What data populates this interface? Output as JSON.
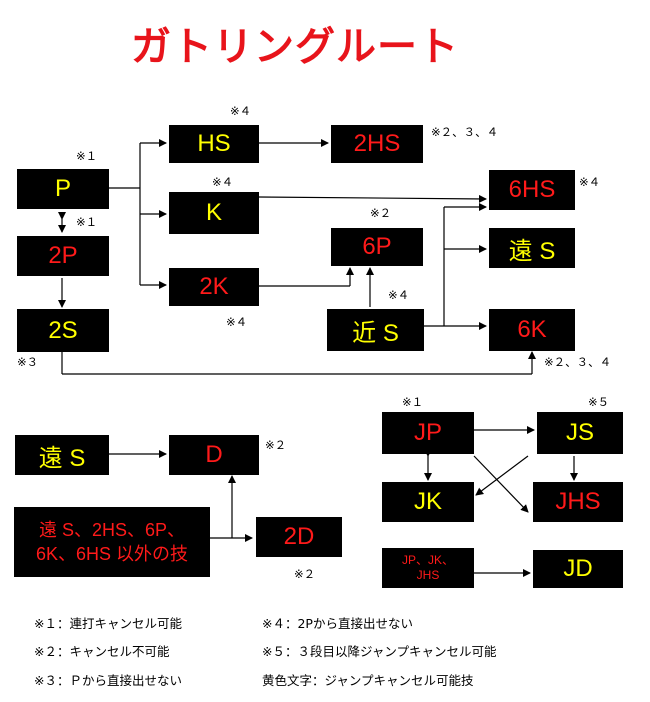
{
  "title": "ガトリングルート",
  "boxes": {
    "P": "P",
    "2P": "2P",
    "2S": "2S",
    "HS": "HS",
    "K": "K",
    "2K": "2K",
    "2HS": "2HS",
    "6P": "6P",
    "near_S": "近 S",
    "6HS": "6HS",
    "far_S_top": "遠 S",
    "6K": "6K",
    "far_S_bottom": "遠 S",
    "D": "D",
    "2D": "2D",
    "other_line1": "遠 S、2HS、6P、",
    "other_line2": "6K、6HS 以外の技",
    "JP": "JP",
    "JS": "JS",
    "JK": "JK",
    "JHS": "JHS",
    "jump_multi_line1": "JP、JK、",
    "jump_multi_line2": "JHS",
    "JD": "JD"
  },
  "notes": {
    "P": "※１",
    "2P": "※１",
    "2S": "※３",
    "HS": "※４",
    "K": "※４",
    "2K": "※４",
    "2HS": "※２、３、４",
    "6P": "※２",
    "near_S": "※４",
    "6HS": "※４",
    "6K": "※２、３、４",
    "D": "※２",
    "2D": "※２",
    "JP": "※１",
    "JS": "※５"
  },
  "legend": {
    "n1": "※１：連打キャンセル可能",
    "n2": "※２：キャンセル不可能",
    "n3": "※３：Ｐから直接出せない",
    "n4": "※４：2Pから直接出せない",
    "n5": "※５：３段目以降ジャンプキャンセル可能",
    "yellow": "黄色文字：ジャンプキャンセル可能技"
  },
  "colors": {
    "jump_cancel_text": "#ffff00",
    "other_text": "#ff1a1a",
    "title": "#e8141b",
    "box": "#000000"
  }
}
